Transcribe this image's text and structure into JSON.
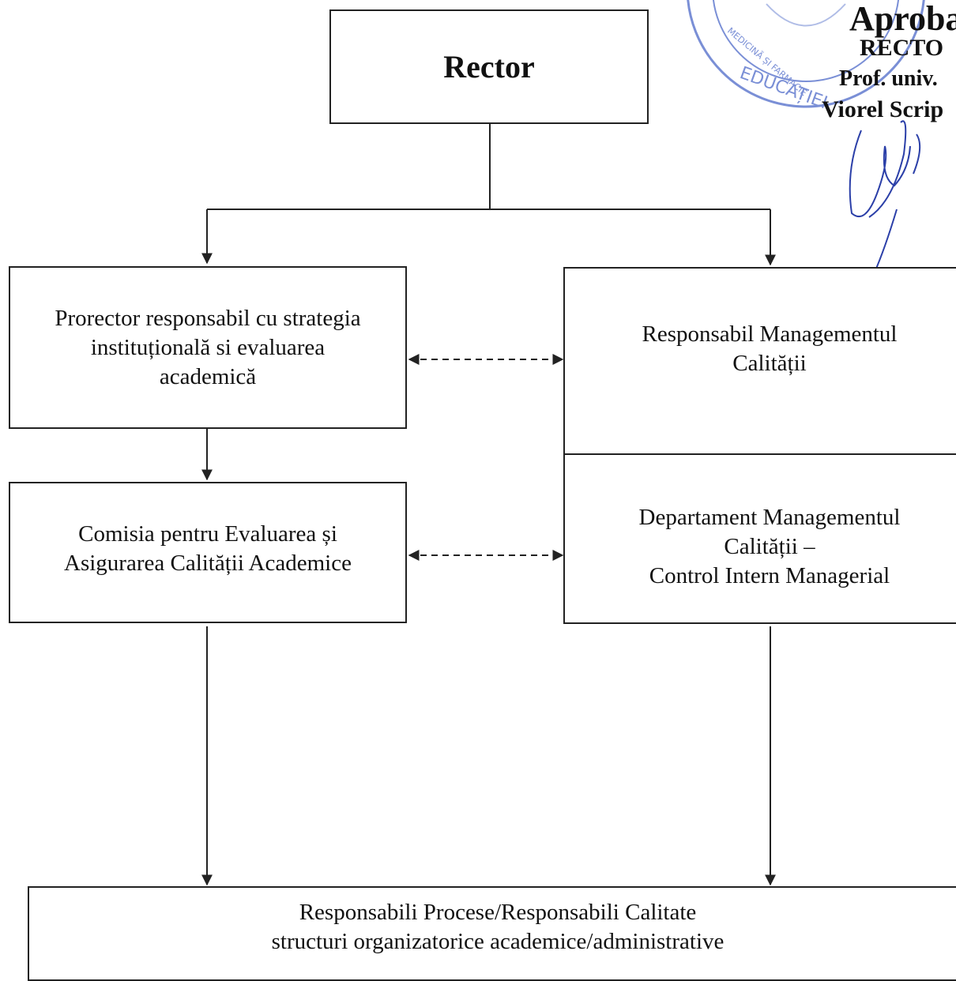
{
  "approval": {
    "title": "Aproba",
    "role": "RECTO",
    "degree": "Prof. univ.",
    "name": "Viorel Scrip"
  },
  "stamp": {
    "text_top": "MEDICINĂ ȘI FARMACIE",
    "text_bottom": "EDUCAȚIEI"
  },
  "nodes": {
    "rector": {
      "label": "Rector"
    },
    "prorector": {
      "lines": [
        "Prorector responsabil cu strategia",
        "instituțională si evaluarea",
        "academică"
      ]
    },
    "responsabil_mc": {
      "lines": [
        "Responsabil Managementul",
        "Calității"
      ]
    },
    "departament_mc": {
      "lines": [
        "Departament Managementul",
        "Calității –",
        "Control Intern Managerial"
      ]
    },
    "comisia": {
      "lines": [
        "Comisia pentru Evaluarea și",
        "Asigurarea Calității Academice"
      ]
    },
    "responsabili": {
      "lines": [
        "Responsabili Procese/Responsabili Calitate",
        "structuri organizatorice academice/administrative"
      ]
    }
  },
  "colors": {
    "stroke": "#222222",
    "stamp": "#7a8fd6",
    "signature": "#2b3fa8"
  }
}
